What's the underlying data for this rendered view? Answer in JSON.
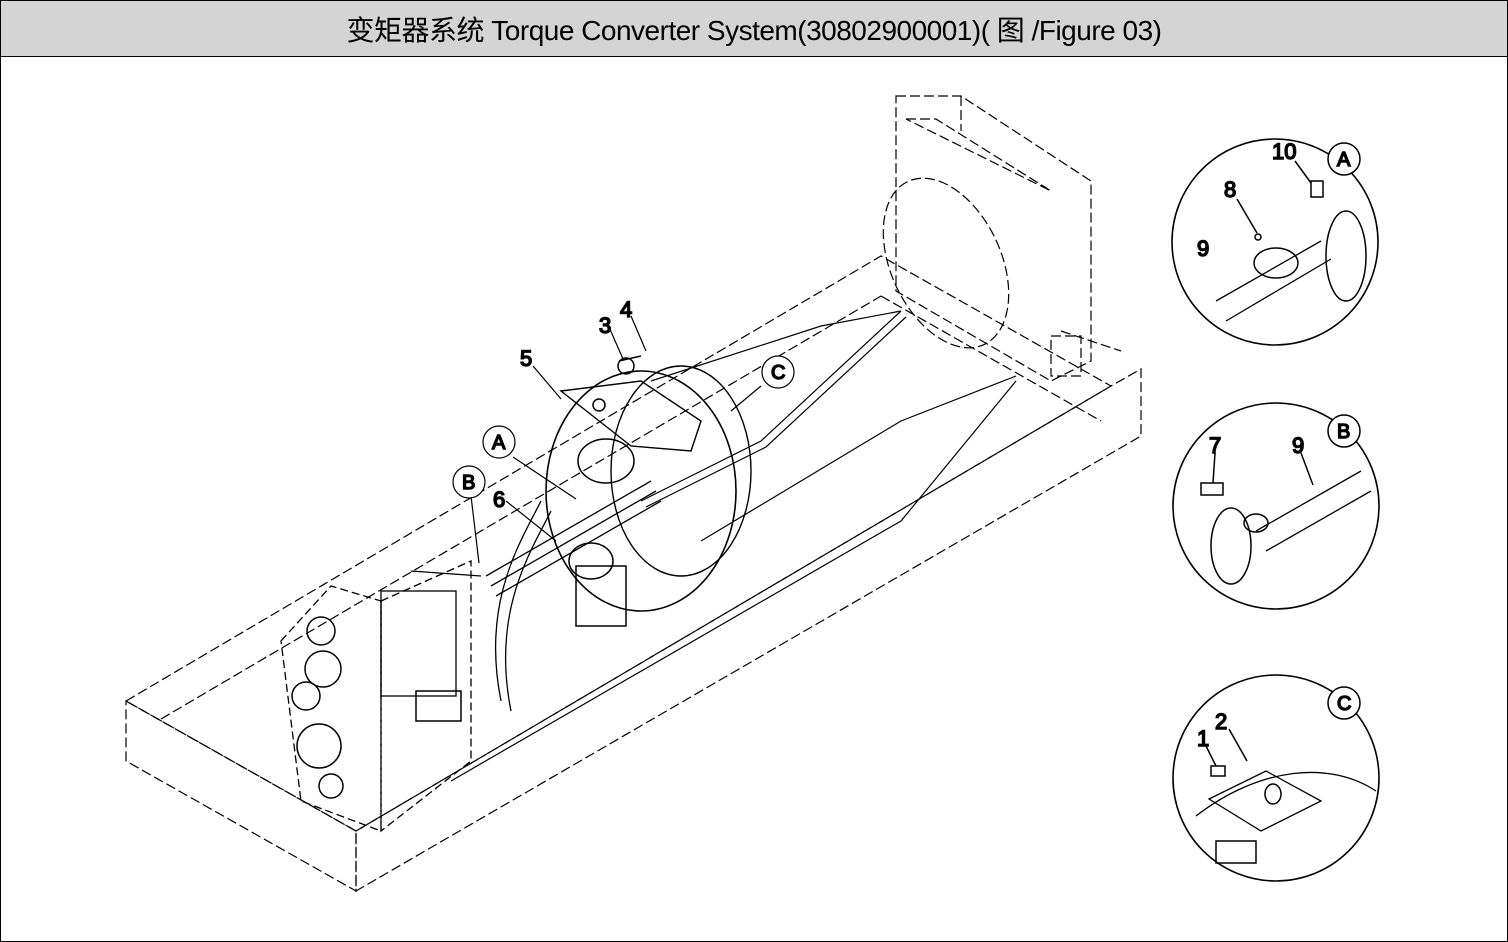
{
  "header": {
    "title": "变矩器系统  Torque Converter System(30802900001)(  图  /Figure 03)"
  },
  "main_view": {
    "labels": {
      "l3": "3",
      "l4": "4",
      "l5": "5",
      "l6": "6",
      "cA": "A",
      "cB": "B",
      "cC": "C"
    }
  },
  "details": {
    "A": {
      "tag": "A",
      "l8": "8",
      "l9": "9",
      "l10": "10"
    },
    "B": {
      "tag": "B",
      "l7": "7",
      "l9": "9"
    },
    "C": {
      "tag": "C",
      "l1": "1",
      "l2": "2"
    }
  }
}
